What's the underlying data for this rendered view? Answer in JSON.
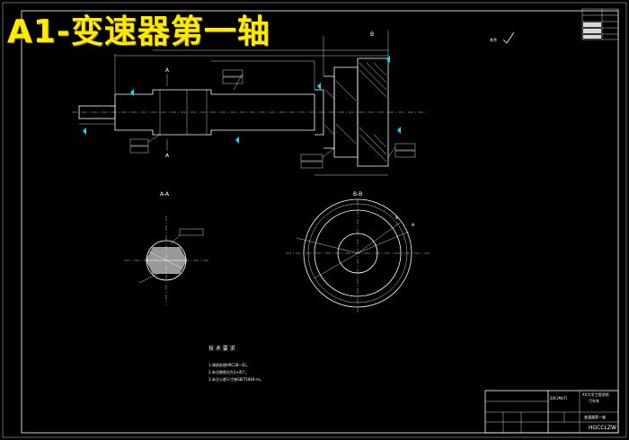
{
  "title": "A1-变速器第一轴",
  "views": {
    "section_aa": "A-A",
    "section_bb": "B-B",
    "marker_a_top": "A",
    "marker_a_bottom": "A",
    "marker_b": "B"
  },
  "tech_requirements": {
    "heading": "技 术 要 求",
    "items": [
      "1.调质处理HRC28~32。",
      "2.未注倒角均为1×45°。",
      "3.未注公差尺寸按GB/T1804-m。"
    ]
  },
  "title_block": {
    "school": "XX大学工程学院",
    "department": "汽车系",
    "drawing_name": "变速器第一轴",
    "drawing_number": "HGCCLZW",
    "material": "20CrMnTi"
  },
  "revision_table": {
    "rows": [
      "",
      "",
      "",
      "",
      ""
    ]
  },
  "annotations": {
    "roughness_note": "其余",
    "datum_a": "A",
    "datum_b": "B"
  },
  "colors": {
    "background": "#000000",
    "lines": "#ffffff",
    "accent": "#00e5ff",
    "title": "#ffeb00"
  }
}
